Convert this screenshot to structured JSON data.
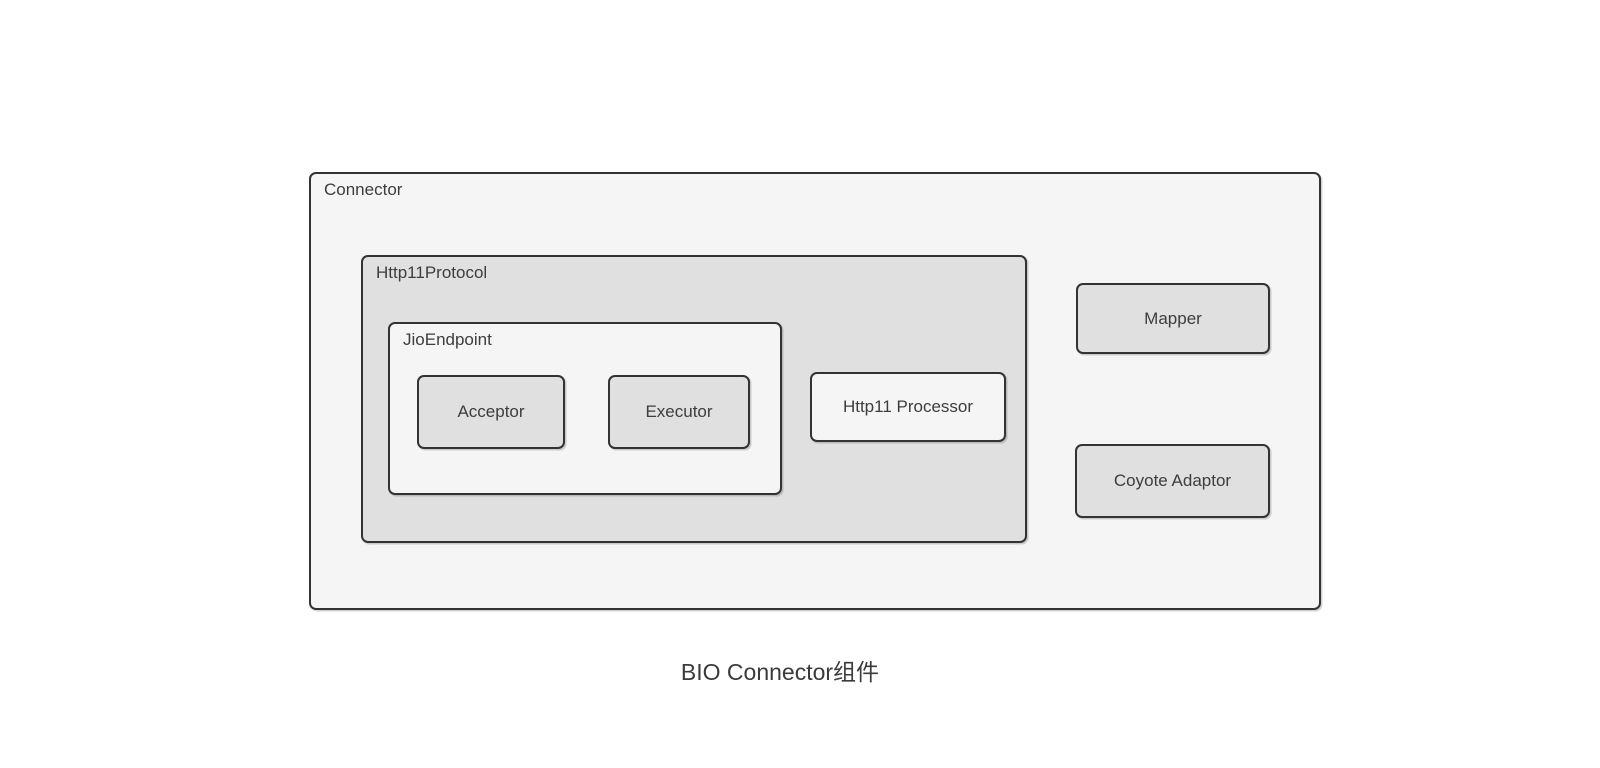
{
  "diagram": {
    "caption": "BIO Connector组件",
    "connector": {
      "label": "Connector"
    },
    "http11protocol": {
      "label": "Http11Protocol"
    },
    "jioendpoint": {
      "label": "JioEndpoint"
    },
    "acceptor": {
      "label": "Acceptor"
    },
    "executor": {
      "label": "Executor"
    },
    "http11_processor": {
      "label": "Http11 Processor"
    },
    "mapper": {
      "label": "Mapper"
    },
    "coyote_adaptor": {
      "label": "Coyote Adaptor"
    },
    "colors": {
      "page_bg": "#ffffff",
      "container_fill": "#f5f5f5",
      "node_fill": "#e0e0e0",
      "border": "#333333",
      "text": "#3d3d3d"
    }
  }
}
